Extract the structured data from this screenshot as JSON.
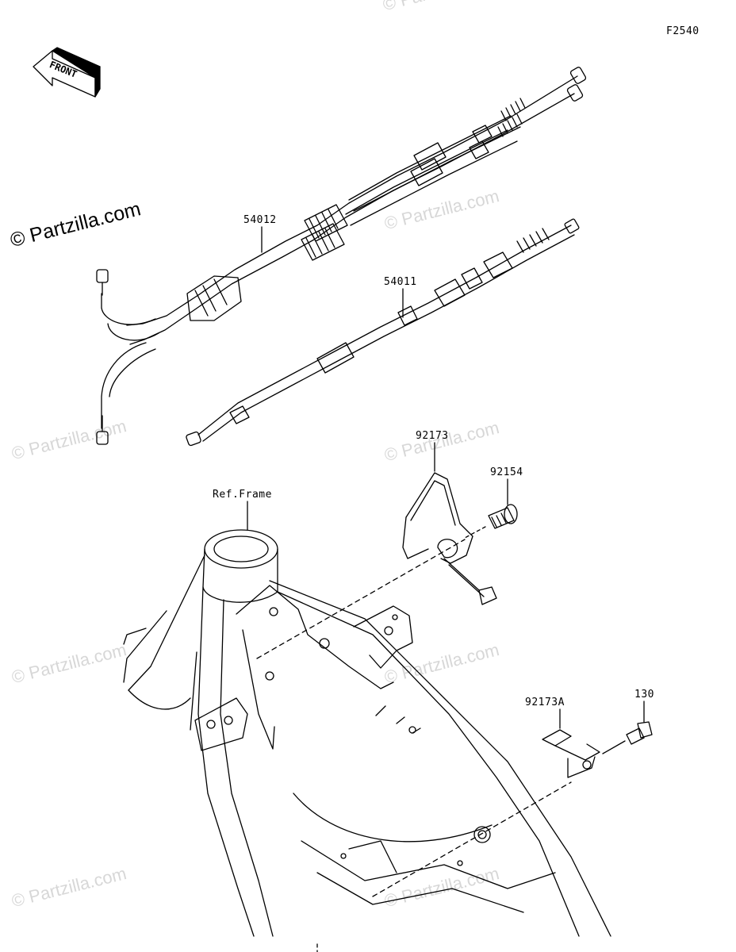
{
  "figure_code": "F2540",
  "front_label": "FRONT",
  "watermark_main": "© Partzilla.com",
  "watermark_faint": "© Partzilla.com",
  "callouts": {
    "p54012": "54012",
    "p54011": "54011",
    "p92173": "92173",
    "p92154": "92154",
    "ref_frame": "Ref.Frame",
    "p92173a": "92173A",
    "p130": "130"
  }
}
